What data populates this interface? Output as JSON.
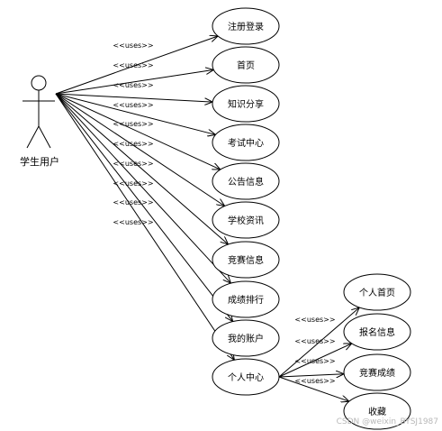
{
  "actor": {
    "name": "学生用户",
    "icon": "stick-figure-icon"
  },
  "use_cases": [
    "注册登录",
    "首页",
    "知识分享",
    "考试中心",
    "公告信息",
    "学校资讯",
    "竞赛信息",
    "成绩排行",
    "我的账户",
    "个人中心"
  ],
  "sub_use_cases": [
    "个人首页",
    "报名信息",
    "竞赛成绩",
    "收藏"
  ],
  "relation_label": "<<uses>>",
  "watermark": "CSDN @weixin_BYSJ1987"
}
